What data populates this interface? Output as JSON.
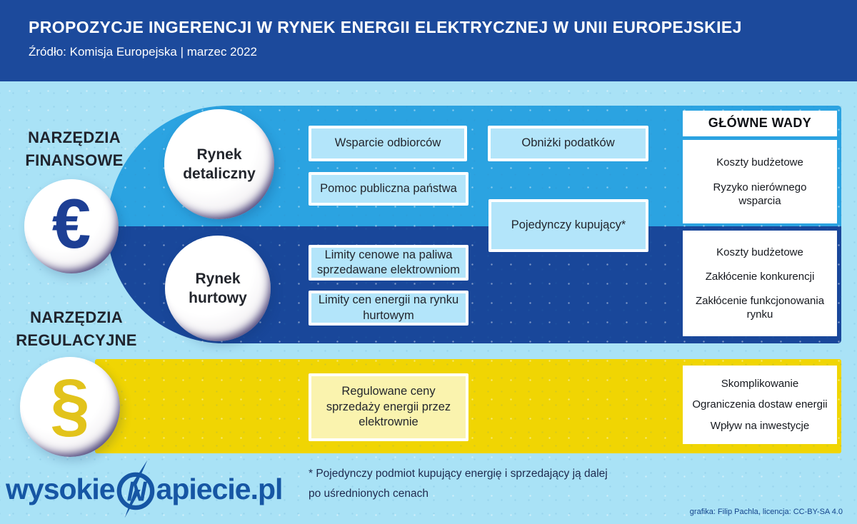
{
  "header": {
    "title": "PROPOZYCJE INGERENCJI W RYNEK ENERGII ELEKTRYCZNEJ W UNII EUROPEJSKIEJ",
    "source": "Źródło: Komisja Europejska | marzec 2022"
  },
  "sections": {
    "financial_label": "NARZĘDZIA FINANSOWE",
    "regulatory_label": "NARZĘDZIA REGULACYJNE",
    "retail_market": "Rynek detaliczny",
    "wholesale_market": "Rynek hurtowy"
  },
  "icons": {
    "euro": "€",
    "paragraph": "§"
  },
  "measures": {
    "retail": [
      "Wsparcie odbiorców",
      "Obniżki podatków",
      "Pomoc publiczna państwa",
      "Pojedynczy kupujący*"
    ],
    "wholesale": [
      "Limity cenowe na paliwa sprzedawane elektrowniom",
      "Limity cen energii na rynku hurtowym"
    ],
    "regulatory": [
      "Regulowane ceny sprzedaży energii przez elektrownie"
    ]
  },
  "drawbacks": {
    "title": "GŁÓWNE WADY",
    "financial": [
      "Koszty budżetowe",
      "Ryzyko nierównego wsparcia"
    ],
    "wholesale": [
      "Koszty budżetowe",
      "Zakłócenie konkurencji",
      "Zakłócenie funkcjonowania rynku"
    ],
    "regulatory": [
      "Skomplikowanie",
      "Ograniczenia dostaw energii",
      "Wpływ na inwestycje"
    ]
  },
  "footer": {
    "logo_prefix": "wysokie",
    "logo_letter": "N",
    "logo_suffix": "apiecie.pl",
    "footnote_line1": "* Pojedynczy podmiot kupujący energię i sprzedający ją dalej",
    "footnote_line2": "po uśrednionych cenach",
    "credit": "grafika: Filip Pachla, licencja: CC-BY-SA 4.0"
  },
  "colors": {
    "header_blue": "#1c4a9c",
    "band_light_blue": "#2ba3e1",
    "band_dark_blue": "#19479a",
    "band_yellow": "#f0d503",
    "background_blue": "#a9e2f6",
    "box_light_blue": "#b3e5fa",
    "box_light_yellow": "#faf3ae",
    "euro_navy": "#1d3f94",
    "paragraph_gold": "#e2c31b",
    "logo_blue": "#1656a4"
  }
}
